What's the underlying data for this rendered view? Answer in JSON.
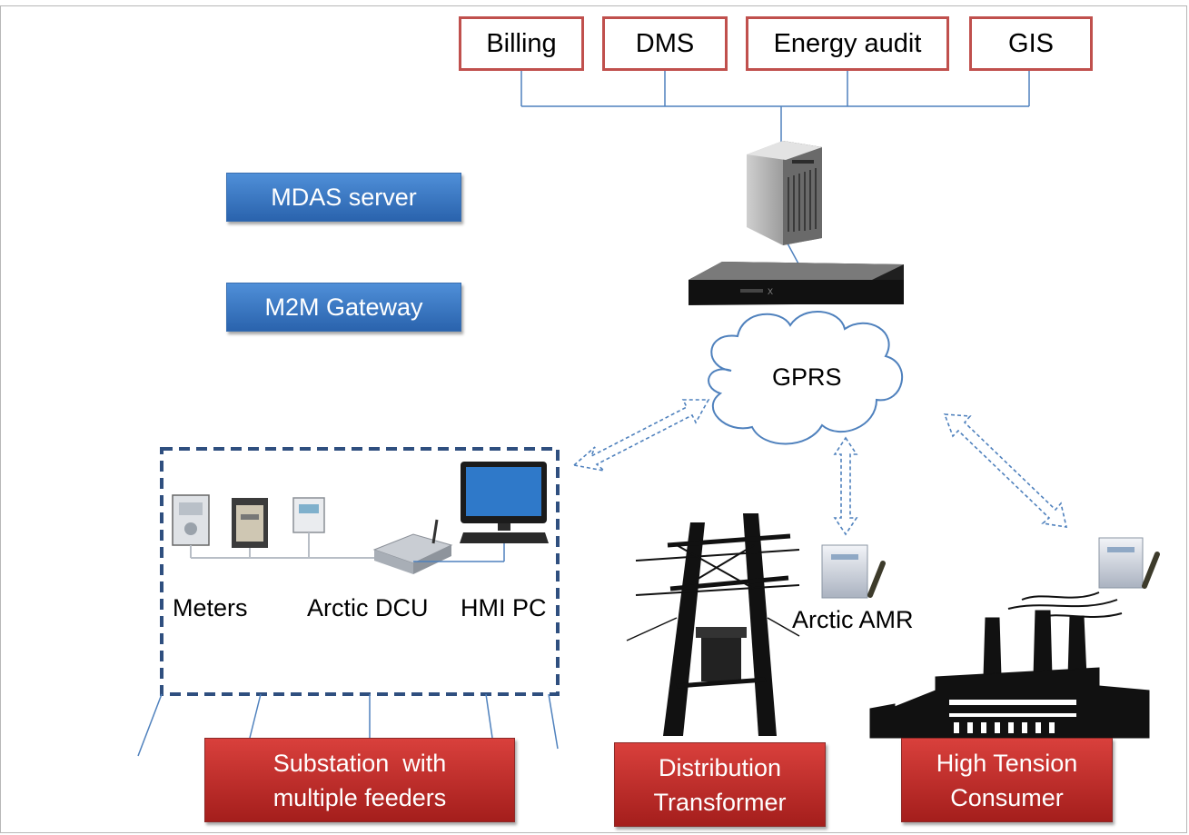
{
  "top_systems": {
    "billing": "Billing",
    "dms": "DMS",
    "energy_audit": "Energy audit",
    "gis": "GIS"
  },
  "legend": {
    "mdas_server": "MDAS server",
    "m2m_gateway": "M2M Gateway"
  },
  "network": {
    "cloud_label": "GPRS"
  },
  "substation": {
    "meters_label": "Meters",
    "dcu_label": "Arctic DCU",
    "hmi_label": "HMI PC"
  },
  "amr_label": "Arctic AMR",
  "bottom_labels": {
    "substation_line1": "Substation  with",
    "substation_line2": "multiple feeders",
    "distribution_line1": "Distribution",
    "distribution_line2": "Transformer",
    "ht_line1": "High Tension",
    "ht_line2": "Consumer"
  },
  "colors": {
    "top_box_border": "#c0504d",
    "blue_button": "#3b78c4",
    "red_label": "#c0302c",
    "connector_line": "#4f81bd",
    "dashed_border": "#2f4f7f"
  }
}
